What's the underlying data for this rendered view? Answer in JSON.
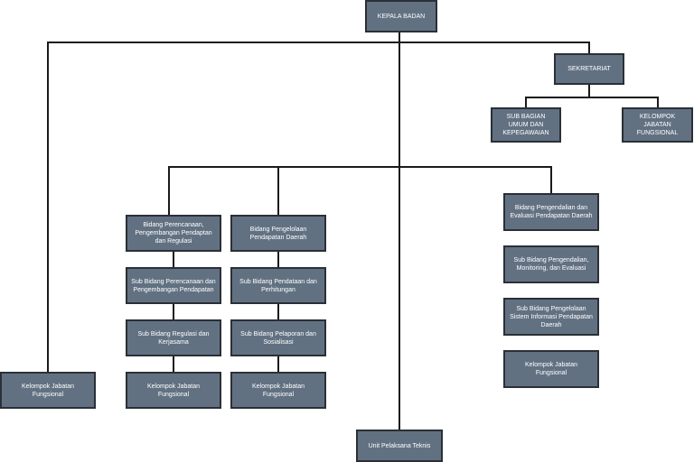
{
  "nodes": {
    "kepala": "KEPALA BADAN",
    "sekretariat": "SEKRETARIAT",
    "sub_umum": "SUB BAGIAN UMUM DAN KEPEGAWAIAN",
    "kjf_sek": "KELOMPOK JABATAN FUNGSIONAL",
    "kjf_left": "Kelompok Jabatan Fungsional",
    "bid_perencanaan": "Bidang Perencanaan, Pengembangan Pendaptan dan Regulasi",
    "sub_perencanaan": "Sub Bidang Perencanaan dan Pengembangan Pendapatan",
    "sub_regulasi": "Sub Bidang Regulasi dan Kerjasama",
    "kjf_perencanaan": "Kelompok Jabatan Fungsional",
    "bid_pengelolaan": "Bidang Pengelolaan Pendapatan Daerah",
    "sub_pendataan": "Sub Bidang Pendataan dan Perhitungan",
    "sub_pelaporan": "Sub Bidang Pelaporan dan Sosialisasi",
    "kjf_pengelolaan": "Kelompok Jabatan Fungsional",
    "bid_pengendalian": "Bidang Pengendalian dan Evaluasi Pendapatan Daerah",
    "sub_pengendalian": "Sub Bidang Pengendalian, Monitoring, dan Evaluasi",
    "sub_sistem": "Sub Bidang Pengelolaan Sistem Informasi Pendapatan Daerah",
    "kjf_pengendalian": "Kelompok Jabatan Fungsional",
    "upt": "Unit Pelaksana Teknis"
  }
}
